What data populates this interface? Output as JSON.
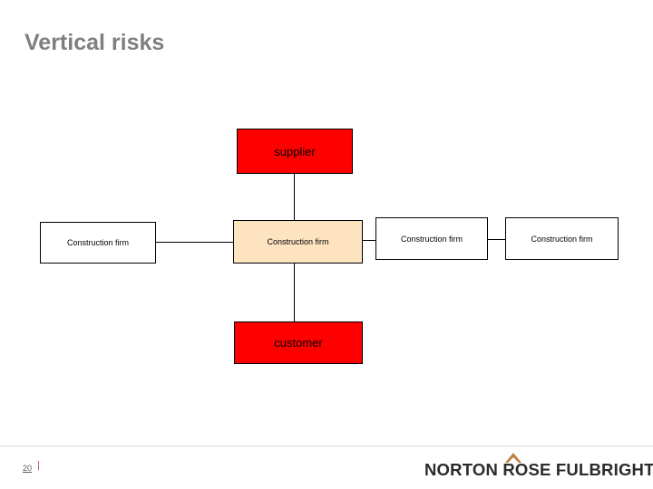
{
  "slide": {
    "title": "Vertical risks",
    "page_number": "20",
    "diagram": {
      "nodes": [
        {
          "id": "supplier",
          "label": "supplier",
          "color": "#ff0000"
        },
        {
          "id": "firm-left",
          "label": "Construction firm",
          "color": "#ffffff"
        },
        {
          "id": "firm-center",
          "label": "Construction firm",
          "color": "#fde3c0"
        },
        {
          "id": "firm-right",
          "label": "Construction firm",
          "color": "#ffffff"
        },
        {
          "id": "firm-far-right",
          "label": "Construction firm",
          "color": "#ffffff"
        },
        {
          "id": "customer",
          "label": "customer",
          "color": "#ff0000"
        }
      ]
    },
    "footer": {
      "brand": "NORTON ROSE FULBRIGHT",
      "brand_accent": "#bf7f3f"
    }
  }
}
